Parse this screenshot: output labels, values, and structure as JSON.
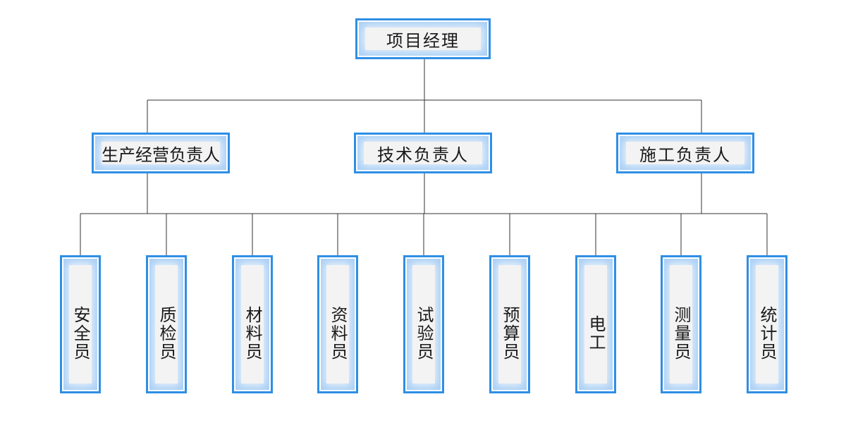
{
  "colors": {
    "border": "#2e8fe6",
    "glow": "#a9cff5",
    "inner_fill": "#f3f3f3",
    "line": "#333333",
    "text": "#1a1a1a"
  },
  "chart": {
    "top": {
      "label": "项目经理"
    },
    "managers": [
      {
        "label": "生产经营负责人"
      },
      {
        "label": "技术负责人"
      },
      {
        "label": "施工负责人"
      }
    ],
    "staff": [
      {
        "label": "安全员"
      },
      {
        "label": "质检员"
      },
      {
        "label": "材料员"
      },
      {
        "label": "资料员"
      },
      {
        "label": "试验员"
      },
      {
        "label": "预算员"
      },
      {
        "label": "电工"
      },
      {
        "label": "测量员"
      },
      {
        "label": "统计员"
      }
    ]
  }
}
